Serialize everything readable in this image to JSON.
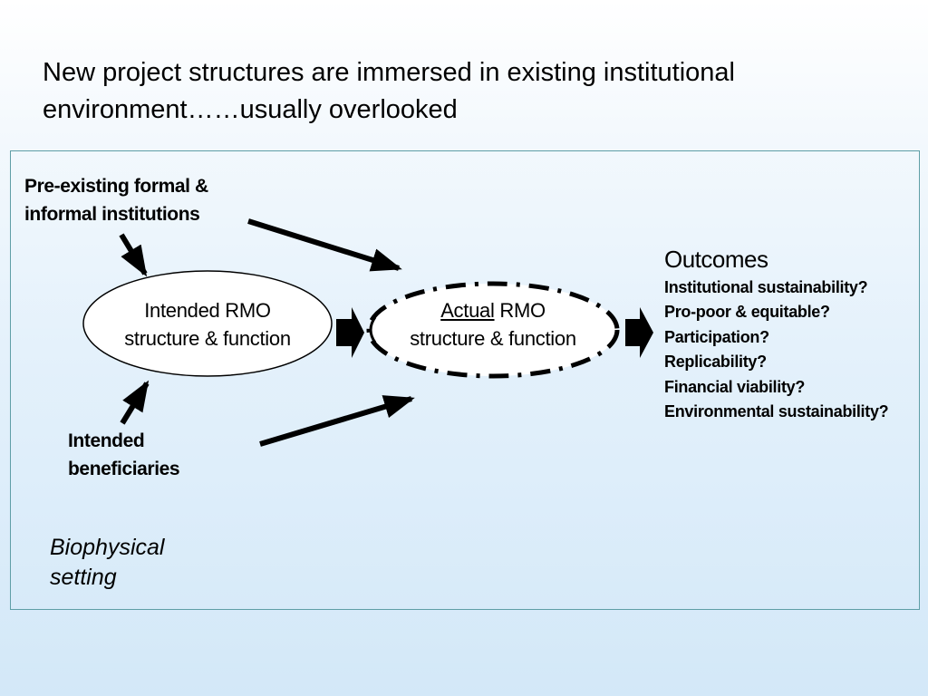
{
  "title": {
    "line1": "New project structures are immersed in existing institutional",
    "line2": "environment……usually overlooked"
  },
  "diagram": {
    "pre_existing": {
      "line1": "Pre-existing formal &",
      "line2": "informal institutions"
    },
    "intended_beneficiaries": {
      "line1": "Intended",
      "line2": "beneficiaries"
    },
    "intended_rmo": {
      "line1": "Intended RMO",
      "line2": "structure & function"
    },
    "actual_rmo": {
      "underlined": "Actual",
      "rest": " RMO",
      "line2": "structure & function"
    },
    "outcomes": {
      "title": "Outcomes",
      "items": [
        "Institutional sustainability?",
        "Pro-poor & equitable?",
        "Participation?",
        "Replicability?",
        "Financial viability?",
        "Environmental sustainability?"
      ]
    },
    "biophysical": {
      "line1": "Biophysical",
      "line2": "setting"
    }
  }
}
